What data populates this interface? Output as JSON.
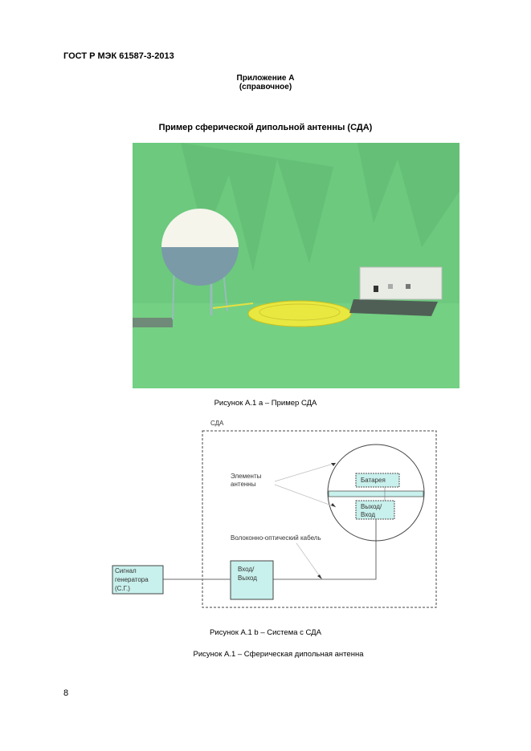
{
  "header": {
    "standard": "ГОСТ Р МЭК 61587-3-2013"
  },
  "appendix": {
    "title": "Приложение А",
    "subtitle": "(справочное)"
  },
  "figure_title": "Пример сферической дипольной антенны (СДА)",
  "photo_caption": "Рисунок А.1 а – Пример СДА",
  "diagram": {
    "system_label": "СДА",
    "antenna_elements": [
      "Элементы",
      "антенны"
    ],
    "battery": "Батарея",
    "output_input": [
      "Выход/",
      "Вход"
    ],
    "fiber_cable": "Волоконно-оптический кабель",
    "input_output": [
      "Вход/",
      "Выход"
    ],
    "signal_generator": [
      "Сигнал",
      "генератора",
      "(С.Г.)"
    ]
  },
  "diagram_caption": "Рисунок А.1 b – Система с СДА",
  "figure_caption": "Рисунок А.1 – Сферическая дипольная антенна",
  "page_number": "8",
  "colors": {
    "box_fill": "#c8f0ec",
    "photo_bg": "#6cc97e"
  }
}
